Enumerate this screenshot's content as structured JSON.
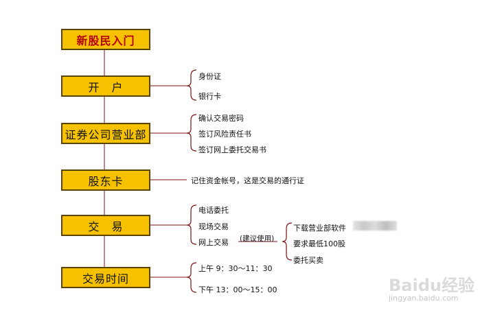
{
  "nodes": [
    {
      "label": "新股民入门"
    },
    {
      "label": "开　户"
    },
    {
      "label": "证券公司营业部"
    },
    {
      "label": "股东卡"
    },
    {
      "label": "交　易"
    },
    {
      "label": "交易时间"
    }
  ],
  "open_account": [
    "身份证",
    "银行卡"
  ],
  "brokerage": [
    "确认交易密码",
    "签订风险责任书",
    "签订网上委托交易书"
  ],
  "shareholder_card_note": "记住资金帐号，这是交易的通行证",
  "trade_methods": [
    "电话委托",
    "现场交易",
    "网上交易"
  ],
  "online_note": "(建议使用)",
  "online_steps": [
    "下载营业部软件",
    "要求最低100股",
    "委托买卖"
  ],
  "trading_hours": [
    "上午 9：30～11：30",
    "下午 13：00～15：00"
  ],
  "watermark": {
    "logo": "Baidu经验",
    "url": "jingyan.baidu.com"
  },
  "colors": {
    "box_fill": "#f6c200",
    "box_border": "#5a4200",
    "title_text": "#b40000",
    "line": "#7a1010"
  }
}
